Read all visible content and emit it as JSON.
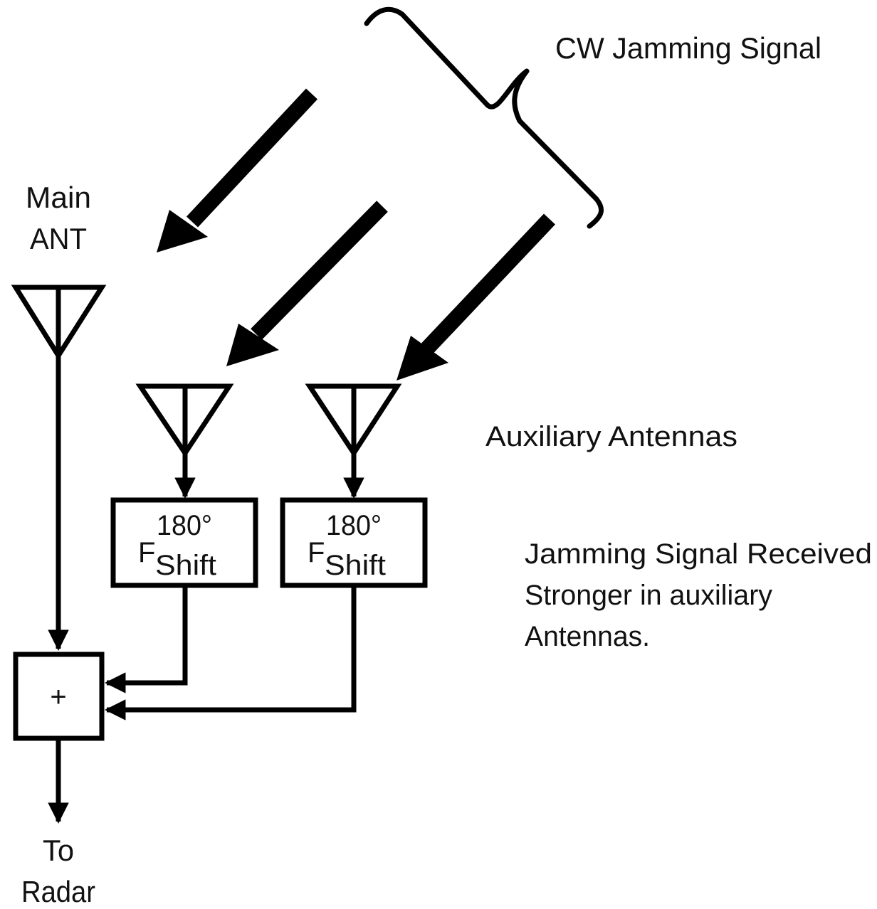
{
  "diagram": {
    "title_label": "CW Jamming Signal",
    "main_antenna_label_line1": "Main",
    "main_antenna_label_line2": "ANT",
    "auxiliary_label": "Auxiliary Antennas",
    "note_line1": "Jamming Signal Received",
    "note_line2": "Stronger in auxiliary",
    "note_line3": "Antennas.",
    "phase_shifters": [
      {
        "line1": "180°",
        "line2_base": "F",
        "line2_sub": "Shift"
      },
      {
        "line1": "180°",
        "line2_base": "F",
        "line2_sub": "Shift"
      }
    ],
    "summer_symbol": "+",
    "output_line1": "To",
    "output_line2": "Radar",
    "stroke_color": "#000000",
    "background_color": "#ffffff"
  }
}
